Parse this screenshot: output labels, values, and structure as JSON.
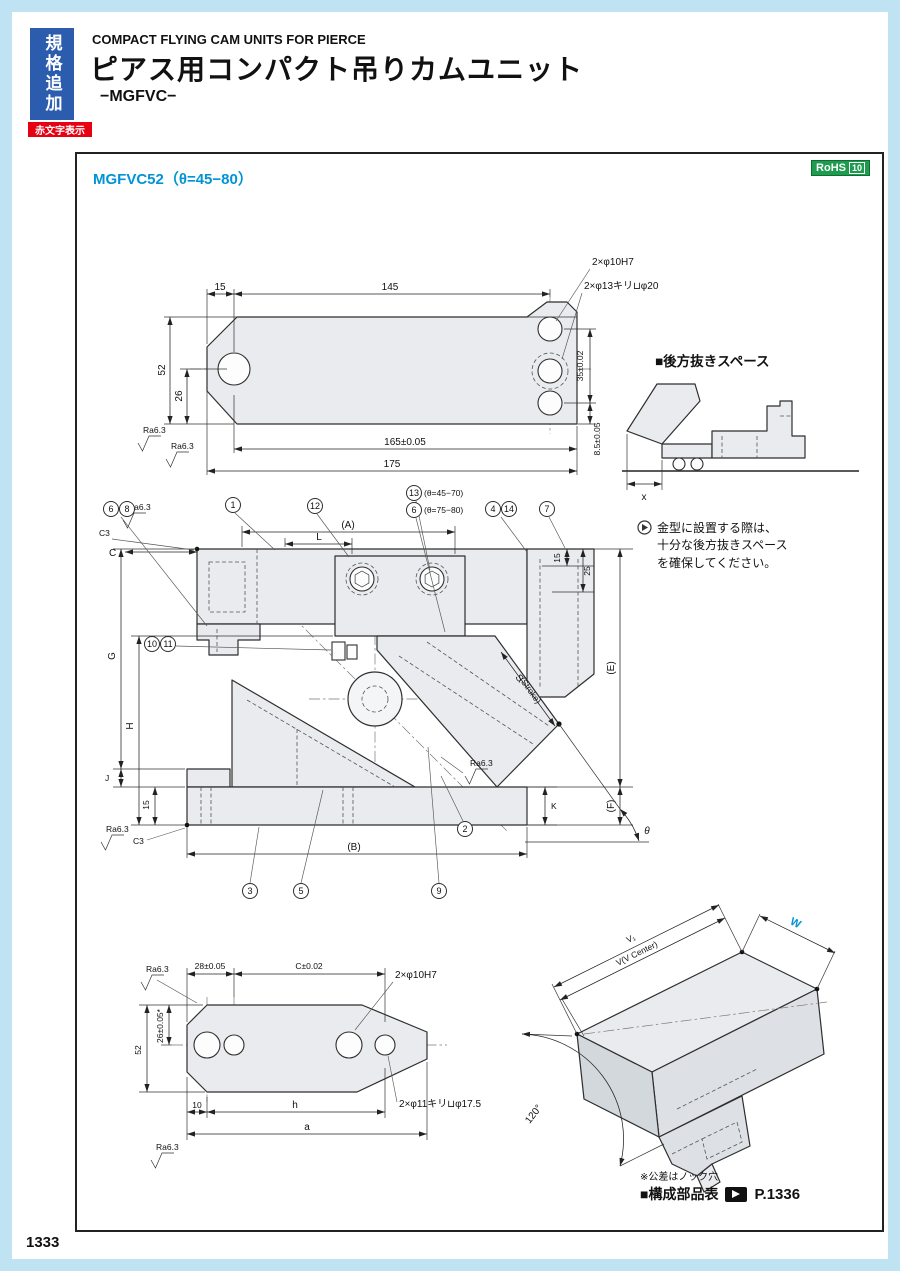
{
  "colors": {
    "frame_blue": "#bfe3f2",
    "tab_blue": "#2b5cad",
    "accent_red": "#e60012",
    "heading_blue": "#0094d6",
    "rohs_green": "#1e9b4e",
    "line_dark": "#222222"
  },
  "page": {
    "number": "1333"
  },
  "header": {
    "tab_vertical": "規格追加",
    "tab_red": "赤文字表示",
    "title_en": "COMPACT FLYING CAM UNITS FOR PIERCE",
    "title_jp": "ピアス用コンパクト吊りカムユニット",
    "subtitle": "−MGFVC−"
  },
  "main": {
    "heading": "MGFVC52（θ=45−80）",
    "rohs_text": "RoHS",
    "rohs_version": "10"
  },
  "surface": {
    "ra": "Ra6.3"
  },
  "top_view": {
    "dim_15": "15",
    "dim_145": "145",
    "dim_52": "52",
    "dim_26": "26",
    "dim_165": "165±0.05",
    "dim_175": "175",
    "dim_35": "35±0.02",
    "dim_85": "8.5±0.05",
    "callout_dowel": "2×φ10H7",
    "callout_cbore": "2×φ13キリ⊔φ20"
  },
  "rear_space": {
    "title": "■後方抜きスペース",
    "dim_x": "x",
    "note_line1": "金型に設置する際は、",
    "note_line2": "十分な後方抜きスペース",
    "note_line3": "を確保してください。"
  },
  "side_view": {
    "callouts": {
      "n1": "1",
      "n2": "2",
      "n3": "3",
      "n4": "4",
      "n5": "5",
      "n6": "6",
      "n6b": "6",
      "n7": "7",
      "n8": "8",
      "n9": "9",
      "n10": "10",
      "n11": "11",
      "n12": "12",
      "n13": "13",
      "n14": "14",
      "s13": "(θ=45−70)",
      "s6": "(θ=75−80)"
    },
    "dims": {
      "c3_top": "C3",
      "c": "C",
      "a": "(A)",
      "l": "L",
      "d15_top": "15",
      "d25": "25",
      "e": "(E)",
      "f": "(F)",
      "g": "G",
      "h": "H",
      "j": "J",
      "d15_bottom": "15",
      "c3_bottom": "C3",
      "b": "(B)",
      "k": "K",
      "s": "S",
      "stroke": "(Stroke)",
      "theta": "θ"
    }
  },
  "bottom_view": {
    "dim_28": "28±0.05",
    "dim_c": "C±0.02",
    "dim_26": "26±0.05*",
    "dim_52": "52",
    "dim_10": "10",
    "dim_h": "h",
    "dim_a": "a",
    "callout_dowel": "2×φ10H7",
    "callout_cbore": "2×φ11キリ⊔φ17.5"
  },
  "iso_view": {
    "dim_v1": "V₁",
    "dim_v": "V(V Center)",
    "dim_w": "W",
    "angle": "120°",
    "note": "※公差はノック穴"
  },
  "footer": {
    "parts_table": "■構成部品表",
    "page_ref": "P.1336"
  }
}
